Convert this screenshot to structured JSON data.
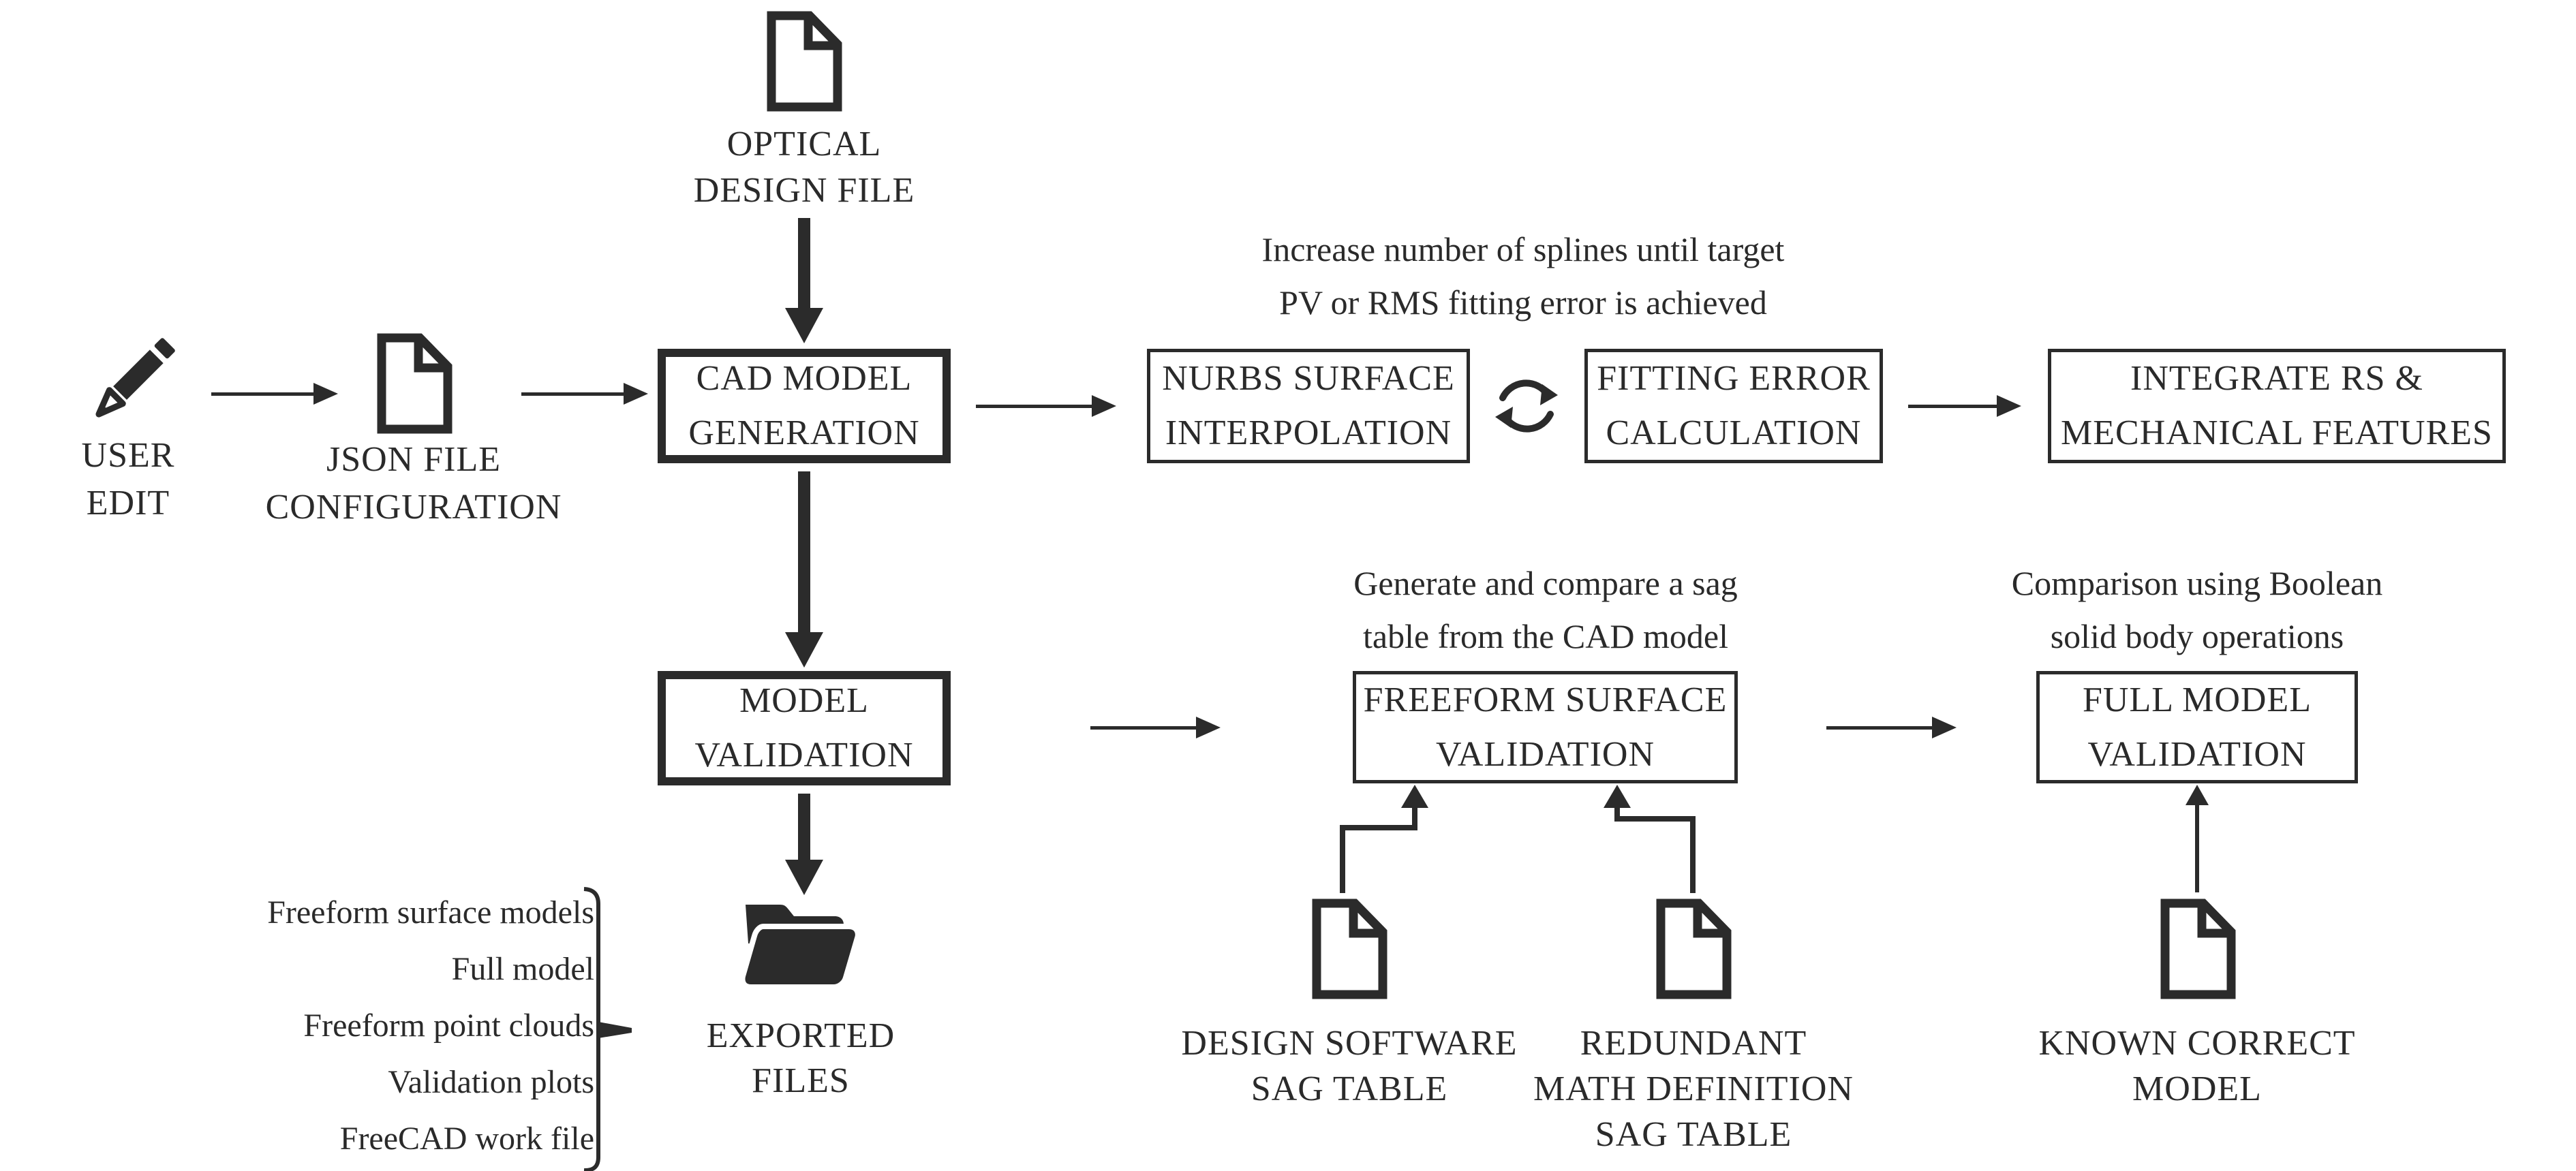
{
  "title": "CAD model generation and validation workflow",
  "colors": {
    "ink": "#2b2b2b",
    "background": "#ffffff"
  },
  "nodes": {
    "user_edit": {
      "line1": "USER",
      "line2": "EDIT"
    },
    "json_config": {
      "line1": "JSON FILE",
      "line2": "CONFIGURATION"
    },
    "optical_file": {
      "line1": "OPTICAL",
      "line2": "DESIGN FILE"
    },
    "cad_generation": {
      "line1": "CAD MODEL",
      "line2": "GENERATION"
    },
    "nurbs": {
      "line1": "NURBS SURFACE",
      "line2": "INTERPOLATION"
    },
    "fitting": {
      "line1": "FITTING ERROR",
      "line2": "CALCULATION"
    },
    "integrate": {
      "line1": "INTEGRATE RS &",
      "line2": "MECHANICAL FEATURES"
    },
    "model_validation": {
      "line1": "MODEL",
      "line2": "VALIDATION"
    },
    "freeform_validation": {
      "line1": "FREEFORM SURFACE",
      "line2": "VALIDATION"
    },
    "full_validation": {
      "line1": "FULL MODEL",
      "line2": "VALIDATION"
    },
    "exported_files": {
      "line1": "EXPORTED",
      "line2": "FILES"
    },
    "design_sag": {
      "line1": "DESIGN SOFTWARE",
      "line2": "SAG TABLE"
    },
    "redundant_sag": {
      "line1": "REDUNDANT",
      "line2": "MATH DEFINITION",
      "line3": "SAG TABLE"
    },
    "known_model": {
      "line1": "KNOWN CORRECT",
      "line2": "MODEL"
    }
  },
  "annotations": {
    "splines": {
      "line1": "Increase number of splines until target",
      "line2": "PV or RMS fitting error is achieved"
    },
    "sag": {
      "line1": "Generate and compare a sag",
      "line2": "table from the CAD model"
    },
    "boolean": {
      "line1": "Comparison using Boolean",
      "line2": "solid body operations"
    }
  },
  "exported_list": [
    "Freeform surface models",
    "Full model",
    "Freeform point clouds",
    "Validation plots",
    "FreeCAD work file"
  ]
}
